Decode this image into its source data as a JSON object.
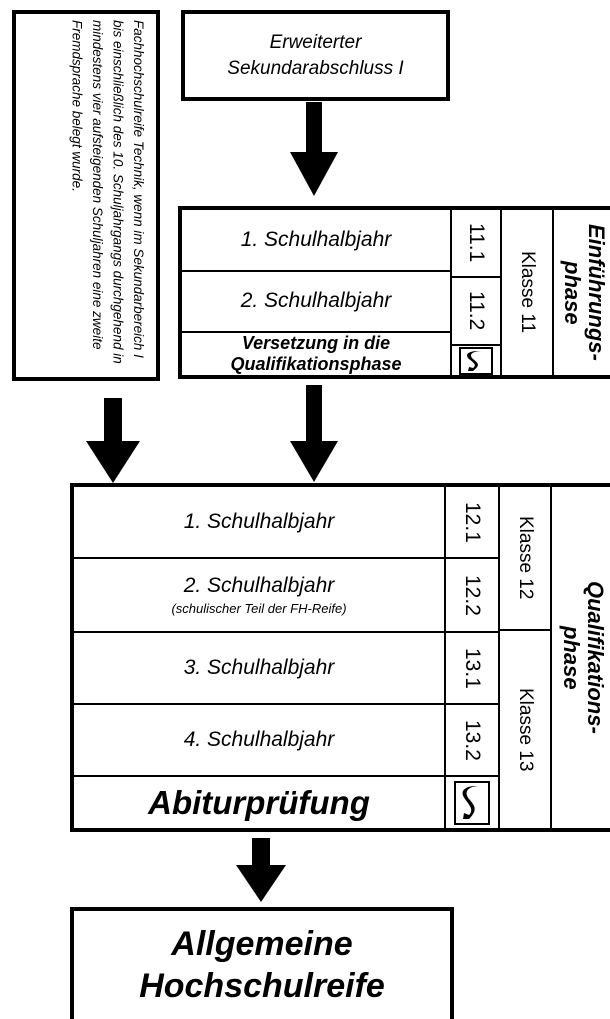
{
  "side_note": "Fachhochschulreife Technik, wenn im Sekundarbereich I bis einschließlich des 10. Schuljahrgangs durchgehend in mindestens vier aufsteigenden Schuljahren eine zweite Fremdsprache belegt wurde.",
  "start_box": {
    "line1": "Erweiterter",
    "line2": "Sekundarabschluss I"
  },
  "einfuehrung": {
    "phase_line1": "Einführungs-",
    "phase_line2": "phase",
    "klasse": "Klasse 11",
    "rows": [
      {
        "label": "1. Schulhalbjahr",
        "code": "11.1"
      },
      {
        "label": "2. Schulhalbjahr",
        "code": "11.2"
      }
    ],
    "versetzung_line1": "Versetzung in die",
    "versetzung_line2": "Qualifikationsphase"
  },
  "qualifikation": {
    "phase_line1": "Qualifikations-",
    "phase_line2": "phase",
    "klasse12": "Klasse 12",
    "klasse13": "Klasse 13",
    "rows": [
      {
        "label": "1. Schulhalbjahr",
        "code": "12.1"
      },
      {
        "label": "2. Schulhalbjahr",
        "sub": "(schulischer Teil der FH-Reife)",
        "code": "12.2"
      },
      {
        "label": "3. Schulhalbjahr",
        "code": "13.1"
      },
      {
        "label": "4. Schulhalbjahr",
        "code": "13.2"
      }
    ],
    "exam": "Abiturprüfung"
  },
  "final_box": {
    "line1": "Allgemeine",
    "line2": "Hochschulreife"
  }
}
